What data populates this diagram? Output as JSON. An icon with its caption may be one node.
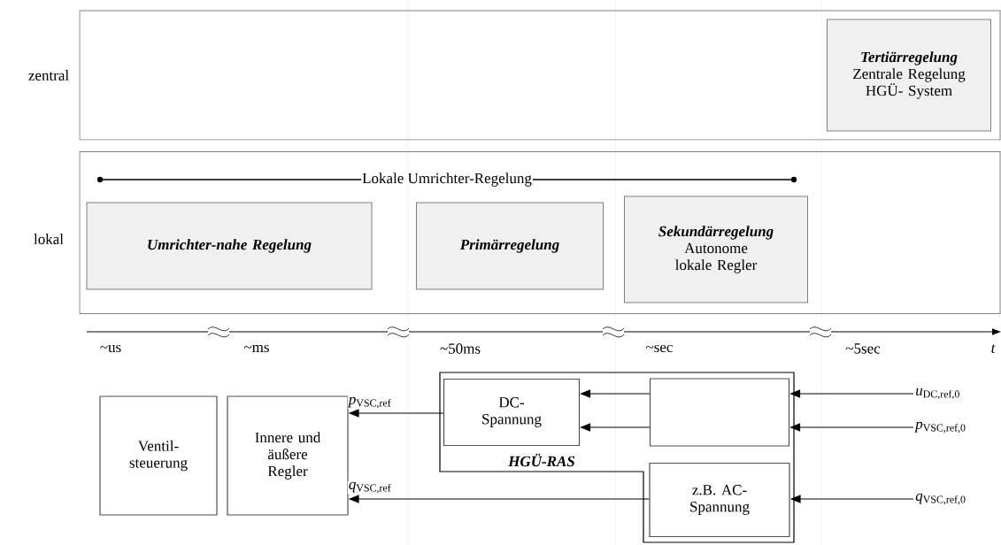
{
  "diagram": {
    "nodes": [
      {
        "text": [
          "zentral"
        ]
      },
      {
        "text": [
          "Tertiärregelung",
          "Zentrale Regelung HGÜ- System"
        ],
        "in": 0
      },
      {
        "text": [
          "lokal"
        ]
      },
      {
        "text": [
          "Umrichter-nahe Regelung"
        ],
        "in": 2
      },
      {
        "text": [
          "Primärregelung"
        ],
        "in": 2
      },
      {
        "text": [
          "Sekundärregelung",
          "Autonome lokale Regler"
        ],
        "in": 2
      },
      {
        "text": [
          "Ventil- steuerung"
        ]
      },
      {
        "text": [
          "Innere und äußere Regler"
        ]
      },
      {
        "text": [
          "HGÜ-RAS"
        ]
      },
      {
        "text": [
          "DC- Spannung"
        ],
        "in": 8
      },
      {
        "text": [],
        "shape": "box",
        "in": 8
      },
      {
        "text": [
          "z.B. AC- Spannung"
        ],
        "in": 8
      },
      {
        "text": [
          "*u*$_{DC,ref,0}$"
        ]
      },
      {
        "text": [
          "*p*$_{VSC,ref,0}$"
        ]
      },
      {
        "text": [
          "*q*$_{VSC,ref,0}$"
        ]
      }
    ],
    "edges": [
      {
        "from": 12,
        "to": 10,
        "arrow": "to"
      },
      {
        "from": 13,
        "to": 10,
        "arrow": "to"
      },
      {
        "from": 14,
        "to": 11,
        "arrow": "to"
      },
      {
        "from": 10,
        "to": 9,
        "arrow": "to"
      },
      {
        "from": 10,
        "to": 9,
        "arrow": "to"
      },
      {
        "from": 9,
        "to": 7,
        "arrow": "to",
        "label": "*p*$_{VSC,ref}$"
      },
      {
        "from": 11,
        "to": 7,
        "arrow": "to",
        "label": "*q*$_{VSC,ref}$"
      }
    ],
    "labels": [
      "Lokale Umrichter-Regelung",
      "~us",
      "~ms",
      "~50ms",
      "~sec",
      "~5sec",
      "t"
    ]
  }
}
